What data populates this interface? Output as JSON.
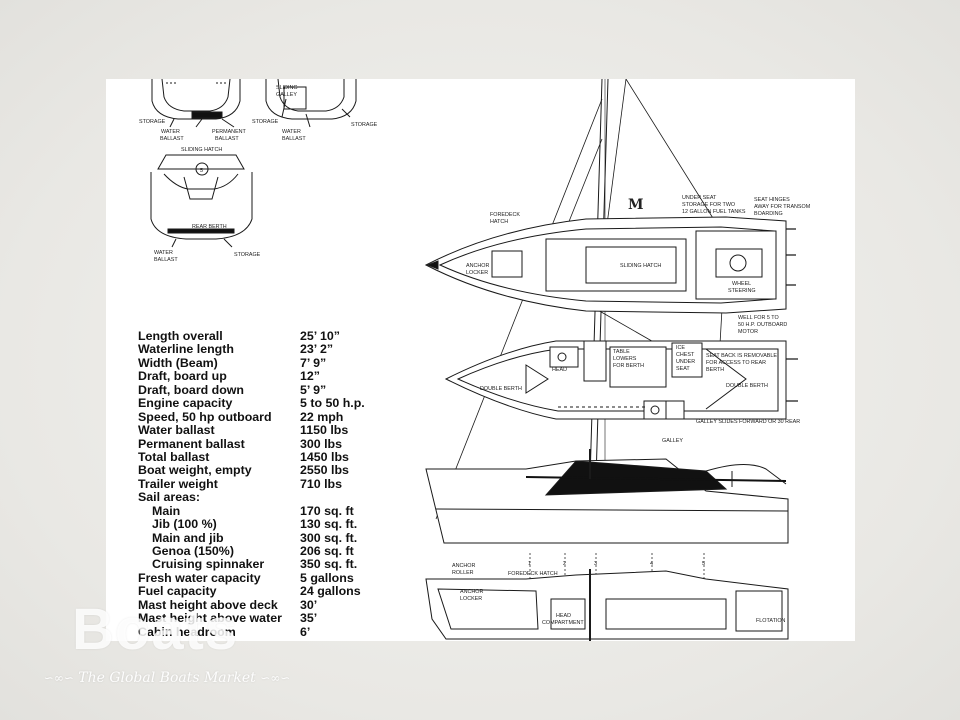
{
  "specs": [
    {
      "label": "Length overall",
      "value": "25’ 10”",
      "indent": false
    },
    {
      "label": "Waterline length",
      "value": "23’ 2”",
      "indent": false
    },
    {
      "label": "Width (Beam)",
      "value": "7’ 9”",
      "indent": false
    },
    {
      "label": "Draft, board up",
      "value": "12”",
      "indent": false
    },
    {
      "label": "Draft, board down",
      "value": "5’ 9”",
      "indent": false
    },
    {
      "label": "Engine capacity",
      "value": "5 to 50 h.p.",
      "indent": false
    },
    {
      "label": "Speed, 50 hp outboard",
      "value": "22 mph",
      "indent": false
    },
    {
      "label": "Water ballast",
      "value": "1150 lbs",
      "indent": false
    },
    {
      "label": "Permanent ballast",
      "value": "300 lbs",
      "indent": false
    },
    {
      "label": "Total ballast",
      "value": "1450 lbs",
      "indent": false
    },
    {
      "label": "Boat weight, empty",
      "value": "2550 lbs",
      "indent": false
    },
    {
      "label": "Trailer weight",
      "value": "710 lbs",
      "indent": false
    },
    {
      "label": "Sail areas:",
      "value": "",
      "indent": false
    },
    {
      "label": "Main",
      "value": "170 sq. ft",
      "indent": true
    },
    {
      "label": "Jib (100 %)",
      "value": "130 sq. ft.",
      "indent": true
    },
    {
      "label": "Main and jib",
      "value": "300 sq. ft.",
      "indent": true
    },
    {
      "label": "Genoa (150%)",
      "value": "206 sq. ft",
      "indent": true
    },
    {
      "label": "Cruising spinnaker",
      "value": "350 sq. ft.",
      "indent": true
    },
    {
      "label": "Fresh water capacity",
      "value": "5 gallons",
      "indent": false
    },
    {
      "label": "Fuel capacity",
      "value": "24 gallons",
      "indent": false
    },
    {
      "label": "Mast height above deck",
      "value": "30’",
      "indent": false
    },
    {
      "label": "Mast height above water",
      "value": "35’",
      "indent": false
    },
    {
      "label": "Cabin headroom",
      "value": "6’",
      "indent": false
    }
  ],
  "labels": {
    "storage": "STORAGE",
    "water_ballast_1": "WATER",
    "water_ballast_2": "BALLAST",
    "permanent_ballast_1": "PERMANENT",
    "permanent_ballast_2": "BALLAST",
    "sliding_galley_1": "SLIDING",
    "sliding_galley_2": "GALLEY",
    "sliding_hatch": "SLIDING HATCH",
    "rear_berth": "REAR BERTH",
    "section_number": "5",
    "foredeck_hatch_1": "FOREDECK",
    "foredeck_hatch_2": "HATCH",
    "anchor_locker_1": "ANCHOR",
    "anchor_locker_2": "LOCKER",
    "sliding_hatch_top": "SLIDING HATCH",
    "under_seat_1": "UNDER SEAT",
    "under_seat_2": "STORAGE FOR TWO",
    "under_seat_3": "12 GALLON FUEL TANKS",
    "seat_hinges_1": "SEAT HINGES",
    "seat_hinges_2": "AWAY FOR TRANSOM",
    "seat_hinges_3": "BOARDING",
    "wheel_1": "WHEEL",
    "wheel_2": "STEERING",
    "well_1": "WELL FOR 5 TO",
    "well_2": "50 H.P. OUTBOARD",
    "well_3": "MOTOR",
    "sail_logo": "M",
    "head": "HEAD",
    "table_1": "TABLE",
    "table_2": "LOWERS",
    "table_3": "FOR BERTH",
    "ice_1": "ICE",
    "ice_2": "CHEST",
    "ice_3": "UNDER",
    "ice_4": "SEAT",
    "seat_back_1": "SEAT BACK IS REMOVABLE",
    "seat_back_2": "FOR ACCESS TO REAR",
    "seat_back_3": "BERTH",
    "double_berth": "DOUBLE BERTH",
    "galley_slides": "GALLEY SLIDES FORWARD OR 30 REAR",
    "galley": "GALLEY",
    "stations": [
      "1",
      "2",
      "3",
      "4",
      "5"
    ],
    "anchor_roller_1": "ANCHOR",
    "anchor_roller_2": "ROLLER",
    "foredeck_hatch_side": "FOREDECK HATCH",
    "head_compartment_1": "HEAD",
    "head_compartment_2": "COMPARTMENT",
    "flotation": "FLOTATION"
  },
  "watermark": {
    "brand": "Boats",
    "tagline": "The Global Boats Market",
    "ornament_left": "∽∞∽",
    "ornament_right": "∽∞∽"
  }
}
